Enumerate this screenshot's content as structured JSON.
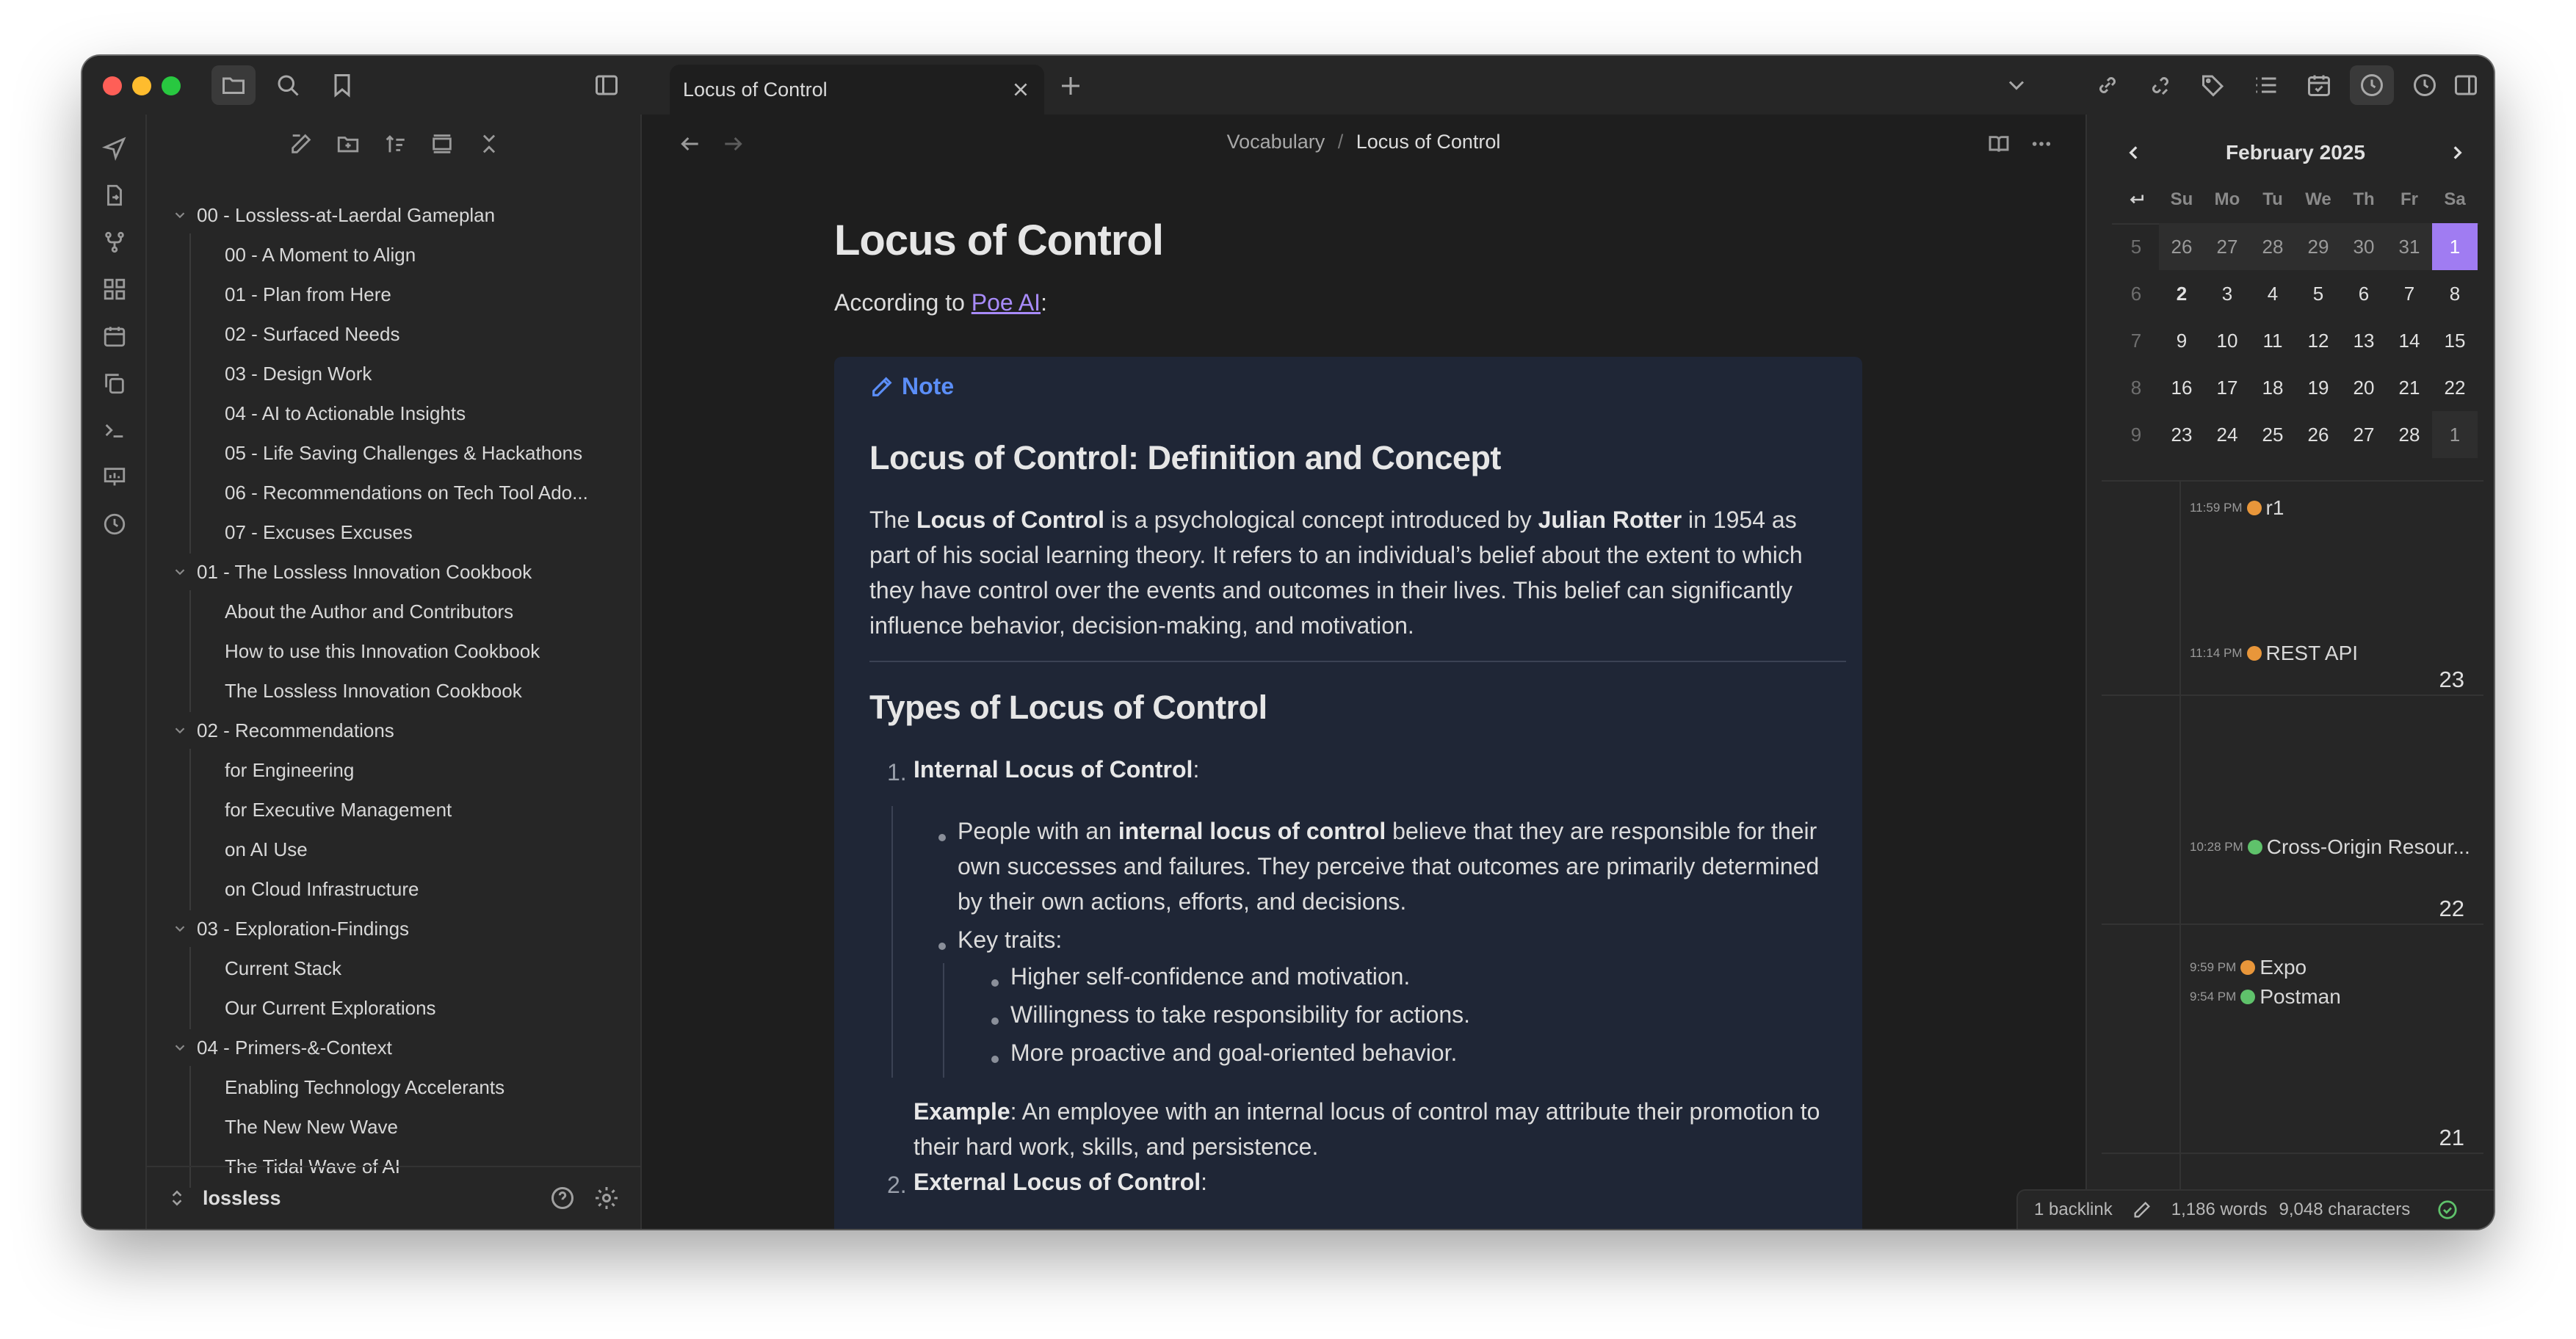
{
  "tab": {
    "title": "Locus of Control"
  },
  "breadcrumb": {
    "folder": "Vocabulary",
    "sep": "/",
    "current": "Locus of Control"
  },
  "tree": [
    {
      "label": "00 - Lossless-at-Laerdal Gameplan",
      "folder": true
    },
    {
      "label": "00 - A Moment to Align"
    },
    {
      "label": "01 - Plan from Here"
    },
    {
      "label": "02 - Surfaced Needs"
    },
    {
      "label": "03 - Design Work"
    },
    {
      "label": "04 - AI to Actionable Insights"
    },
    {
      "label": "05 - Life Saving Challenges & Hackathons"
    },
    {
      "label": "06 - Recommendations on Tech Tool Ado..."
    },
    {
      "label": "07 - Excuses Excuses"
    },
    {
      "label": "01 - The Lossless Innovation Cookbook",
      "folder": true
    },
    {
      "label": "About the Author and Contributors"
    },
    {
      "label": "How to use this Innovation Cookbook"
    },
    {
      "label": "The Lossless Innovation Cookbook"
    },
    {
      "label": "02 - Recommendations",
      "folder": true
    },
    {
      "label": "for Engineering"
    },
    {
      "label": "for Executive Management"
    },
    {
      "label": "on AI Use"
    },
    {
      "label": "on Cloud Infrastructure"
    },
    {
      "label": "03 - Exploration-Findings",
      "folder": true
    },
    {
      "label": "Current Stack"
    },
    {
      "label": "Our Current Explorations"
    },
    {
      "label": "04 - Primers-&-Context",
      "folder": true
    },
    {
      "label": "Enabling Technology Accelerants"
    },
    {
      "label": "The New New Wave"
    },
    {
      "label": "The Tidal Wave of AI"
    }
  ],
  "vault": {
    "name": "lossless"
  },
  "doc": {
    "title": "Locus of Control",
    "intro_prefix": "According to ",
    "intro_link": "Poe AI",
    "intro_suffix": ":",
    "note_label": "Note",
    "h2_definition": "Locus of Control: Definition and Concept",
    "def_p1": "The ",
    "def_b1": "Locus of Control",
    "def_p2": " is a psychological concept introduced by ",
    "def_b2": "Julian Rotter",
    "def_p3": " in 1954 as",
    "def_line2": "part of his social learning theory. It refers to an individual’s belief about the extent to which",
    "def_line3": "they have control over the events and outcomes in their lives. This belief can significantly",
    "def_line4": "influence behavior, decision-making, and motivation.",
    "h2_types": "Types of Locus of Control",
    "item1_num": "1.",
    "item1_title": "Internal Locus of Control",
    "item1_colon": ":",
    "b1_pre": "People with an ",
    "b1_bold": "internal locus of control",
    "b1_post": " believe that they are responsible for their",
    "b1_line2": "own successes and failures. They perceive that outcomes are primarily determined",
    "b1_line3": "by their own actions, efforts, and decisions.",
    "b2": "Key traits:",
    "sub1": "Higher self-confidence and motivation.",
    "sub2": "Willingness to take responsibility for actions.",
    "sub3": "More proactive and goal-oriented behavior.",
    "ex_label": "Example",
    "ex_text": ": An employee with an internal locus of control may attribute their promotion to",
    "ex_line2": "their hard work, skills, and persistence.",
    "item2_num": "2.",
    "item2_title": "External Locus of Control",
    "item2_colon": ":"
  },
  "calendar": {
    "month": "February 2025",
    "headers": [
      "Su",
      "Mo",
      "Tu",
      "We",
      "Th",
      "Fr",
      "Sa"
    ],
    "weeks": [
      {
        "wk": "5",
        "days": [
          "26",
          "27",
          "28",
          "29",
          "30",
          "31",
          "1"
        ]
      },
      {
        "wk": "6",
        "days": [
          "2",
          "3",
          "4",
          "5",
          "6",
          "7",
          "8"
        ]
      },
      {
        "wk": "7",
        "days": [
          "9",
          "10",
          "11",
          "12",
          "13",
          "14",
          "15"
        ]
      },
      {
        "wk": "8",
        "days": [
          "16",
          "17",
          "18",
          "19",
          "20",
          "21",
          "22"
        ]
      },
      {
        "wk": "9",
        "days": [
          "23",
          "24",
          "25",
          "26",
          "27",
          "28",
          "1"
        ]
      }
    ],
    "selected_color": "#a07cf2"
  },
  "timeline": {
    "days": [
      "23",
      "22",
      "21"
    ],
    "entries": [
      {
        "time": "11:59 PM",
        "label": "r1",
        "color": "#e8963a"
      },
      {
        "time": "11:14 PM",
        "label": "REST API",
        "color": "#e8963a"
      },
      {
        "time": "10:28 PM",
        "label": "Cross-Origin Resour...",
        "color": "#5fc26b"
      },
      {
        "time": "9:59 PM",
        "label": "Expo",
        "color": "#e8963a"
      },
      {
        "time": "9:54 PM",
        "label": "Postman",
        "color": "#5fc26b"
      }
    ]
  },
  "status": {
    "backlinks": "1 backlink",
    "words": "1,186 words",
    "characters": "9,048 characters"
  },
  "colors": {
    "accent": "#a07cf2",
    "note": "#5b8ef7",
    "callout_bg": "#1f2636"
  }
}
